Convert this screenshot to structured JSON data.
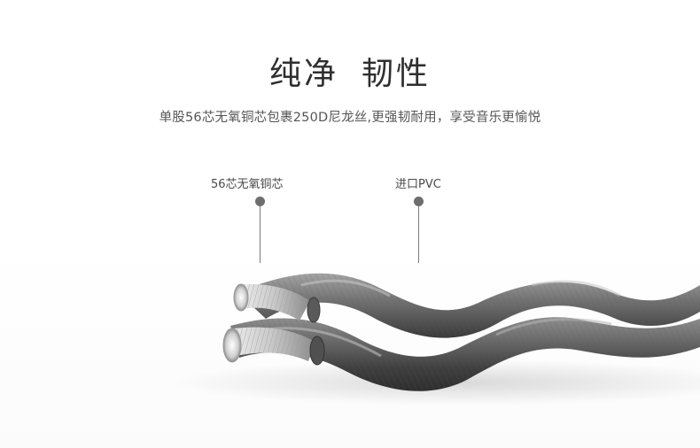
{
  "headline": {
    "left": "纯净",
    "right": "韧性"
  },
  "subheadline": "单股56芯无氧铜芯包裹250D尼龙丝,更强韧耐用，享受音乐更愉悦",
  "callouts": {
    "core": "56芯无氧铜芯",
    "jacket": "进口PVC"
  },
  "colors": {
    "jacket_dark": "#3f3f3f",
    "jacket_mid": "#6d6d6d",
    "jacket_light": "#9a9a9a",
    "copper_silver": "#d8d8d8",
    "dot": "#6e6e6e",
    "text": "#3a3a3a"
  },
  "icons": {
    "core_marker": "dot-icon",
    "jacket_marker": "dot-icon"
  }
}
